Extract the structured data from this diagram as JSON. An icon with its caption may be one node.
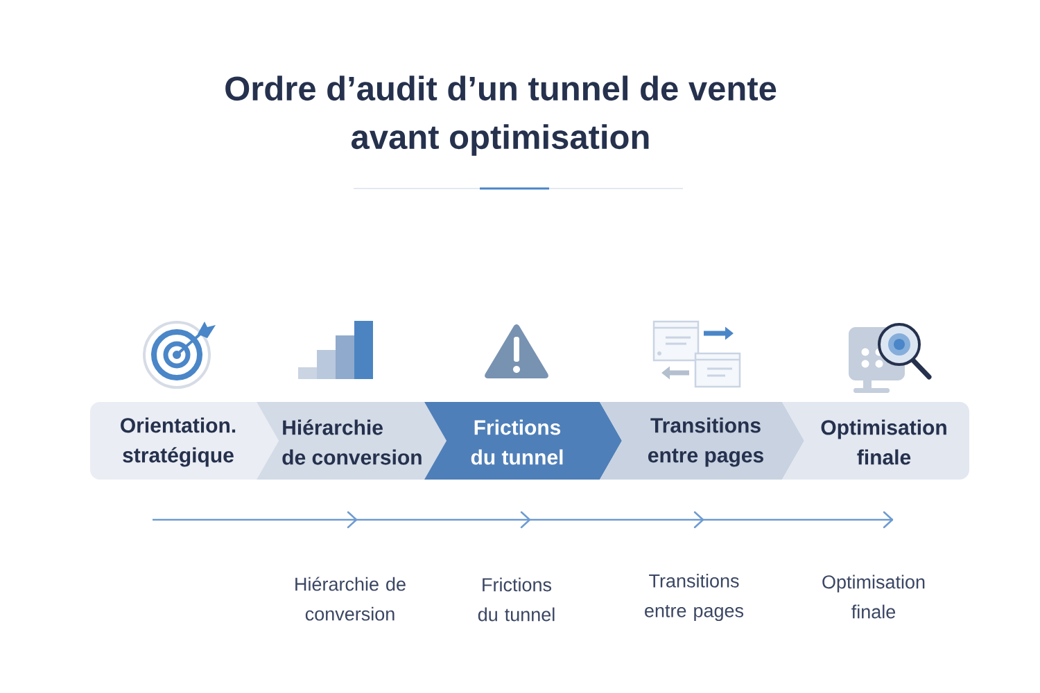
{
  "diagram": {
    "title": "Ordre d’audit d’un tunnel de vente avant optimisation",
    "nodes": [
      {
        "text": [
          "Orientation. stratégique"
        ]
      },
      {
        "text": [
          "Hiérarchie de conversion"
        ]
      },
      {
        "text": [
          "Frictions du tunnel"
        ]
      },
      {
        "text": [
          "Transitions entre pages"
        ]
      },
      {
        "text": [
          "Optimisation finale"
        ]
      }
    ],
    "labels": [
      "Hiérarchie de conversion",
      "Frictions du tunnel",
      "Transitions entre pages",
      "Optimisation finale"
    ]
  }
}
